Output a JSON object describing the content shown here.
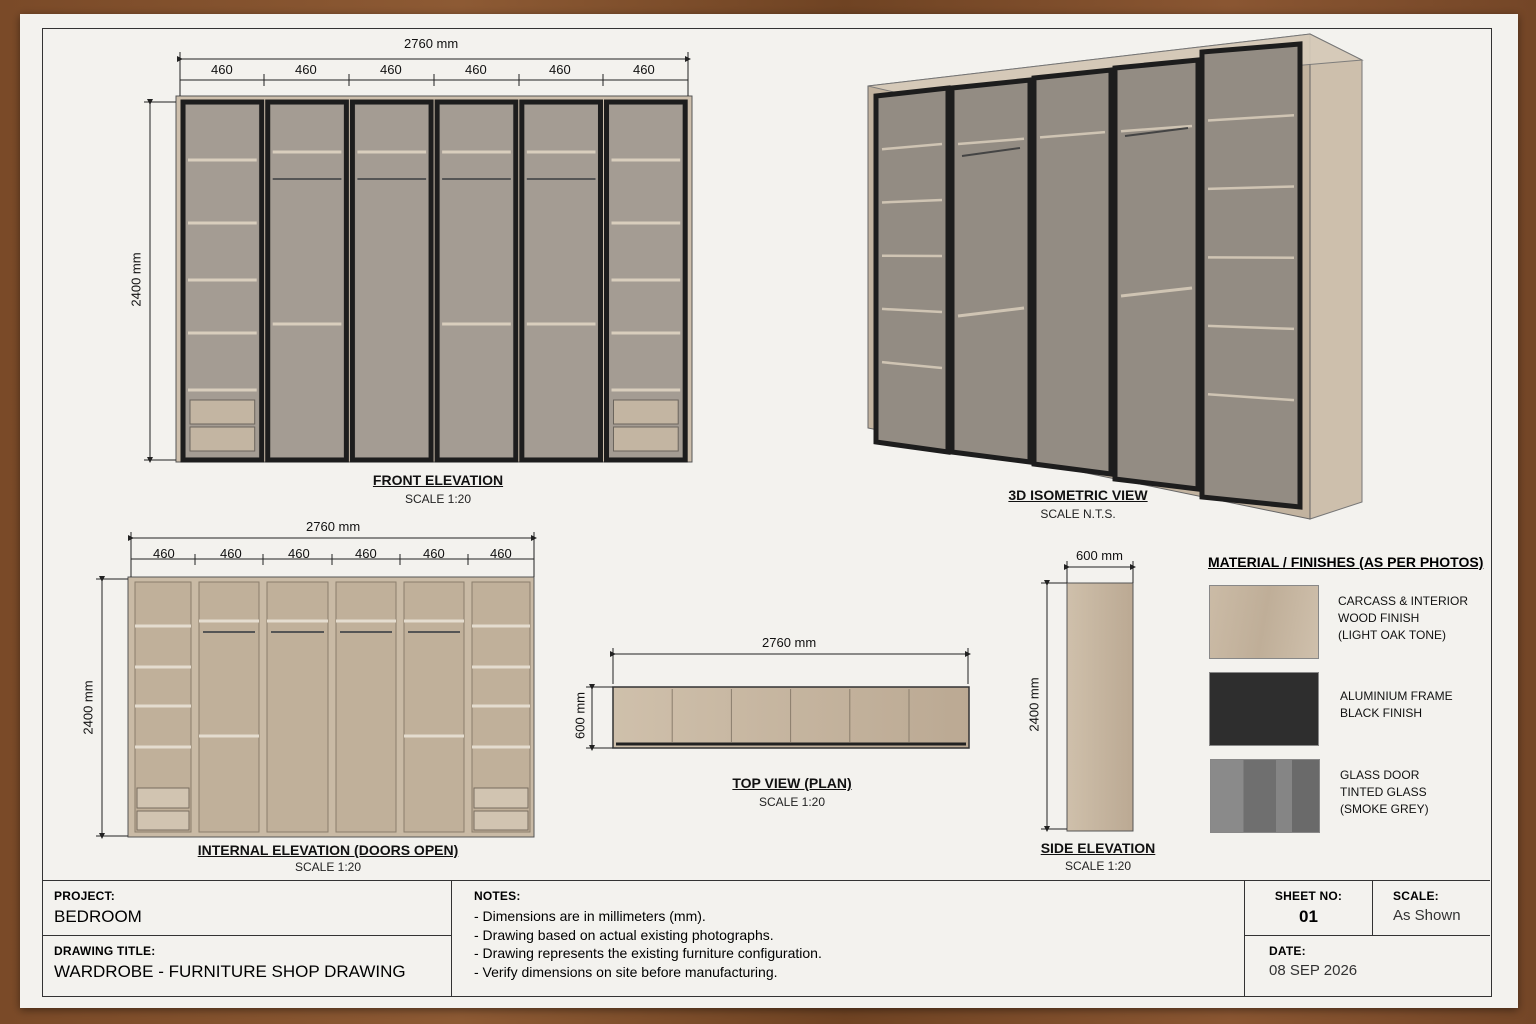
{
  "front_elevation": {
    "title": "FRONT ELEVATION",
    "scale": "SCALE 1:20",
    "overall_width": "2760 mm",
    "module_widths": [
      "460",
      "460",
      "460",
      "460",
      "460",
      "460"
    ],
    "height": "2400 mm"
  },
  "isometric_view": {
    "title": "3D ISOMETRIC VIEW",
    "scale": "SCALE N.T.S."
  },
  "internal_elevation": {
    "title": "INTERNAL ELEVATION (DOORS OPEN)",
    "scale": "SCALE 1:20",
    "overall_width": "2760 mm",
    "module_widths": [
      "460",
      "460",
      "460",
      "460",
      "460",
      "460"
    ],
    "height": "2400 mm"
  },
  "top_view": {
    "title": "TOP VIEW (PLAN)",
    "scale": "SCALE 1:20",
    "overall_width": "2760 mm",
    "depth": "600 mm"
  },
  "side_elevation": {
    "title": "SIDE ELEVATION",
    "scale": "SCALE 1:20",
    "depth": "600 mm",
    "height": "2400 mm"
  },
  "materials": {
    "title": "MATERIAL / FINISHES (AS PER PHOTOS)",
    "items": [
      {
        "text": "CARCASS & INTERIOR\nWOOD FINISH\n(LIGHT OAK TONE)",
        "color": "#cbbba6"
      },
      {
        "text": "ALUMINIUM FRAME\nBLACK FINISH",
        "color": "#2e2e2e"
      },
      {
        "text": "GLASS DOOR\nTINTED GLASS\n(SMOKE GREY)",
        "color": "#7e7e7e"
      }
    ]
  },
  "title_block": {
    "project_label": "PROJECT:",
    "project_value": "BEDROOM",
    "drawing_title_label": "DRAWING TITLE:",
    "drawing_title_value": "WARDROBE - FURNITURE SHOP DRAWING",
    "notes_label": "NOTES:",
    "notes": [
      "- Dimensions are in millimeters (mm).",
      "- Drawing based on actual existing photographs.",
      "- Drawing represents the existing furniture configuration.",
      "- Verify dimensions on site before manufacturing."
    ],
    "sheet_no_label": "SHEET NO:",
    "sheet_no_value": "01",
    "scale_label": "SCALE:",
    "scale_value": "As Shown",
    "date_label": "DATE:",
    "date_value": "08 SEP 2026"
  }
}
